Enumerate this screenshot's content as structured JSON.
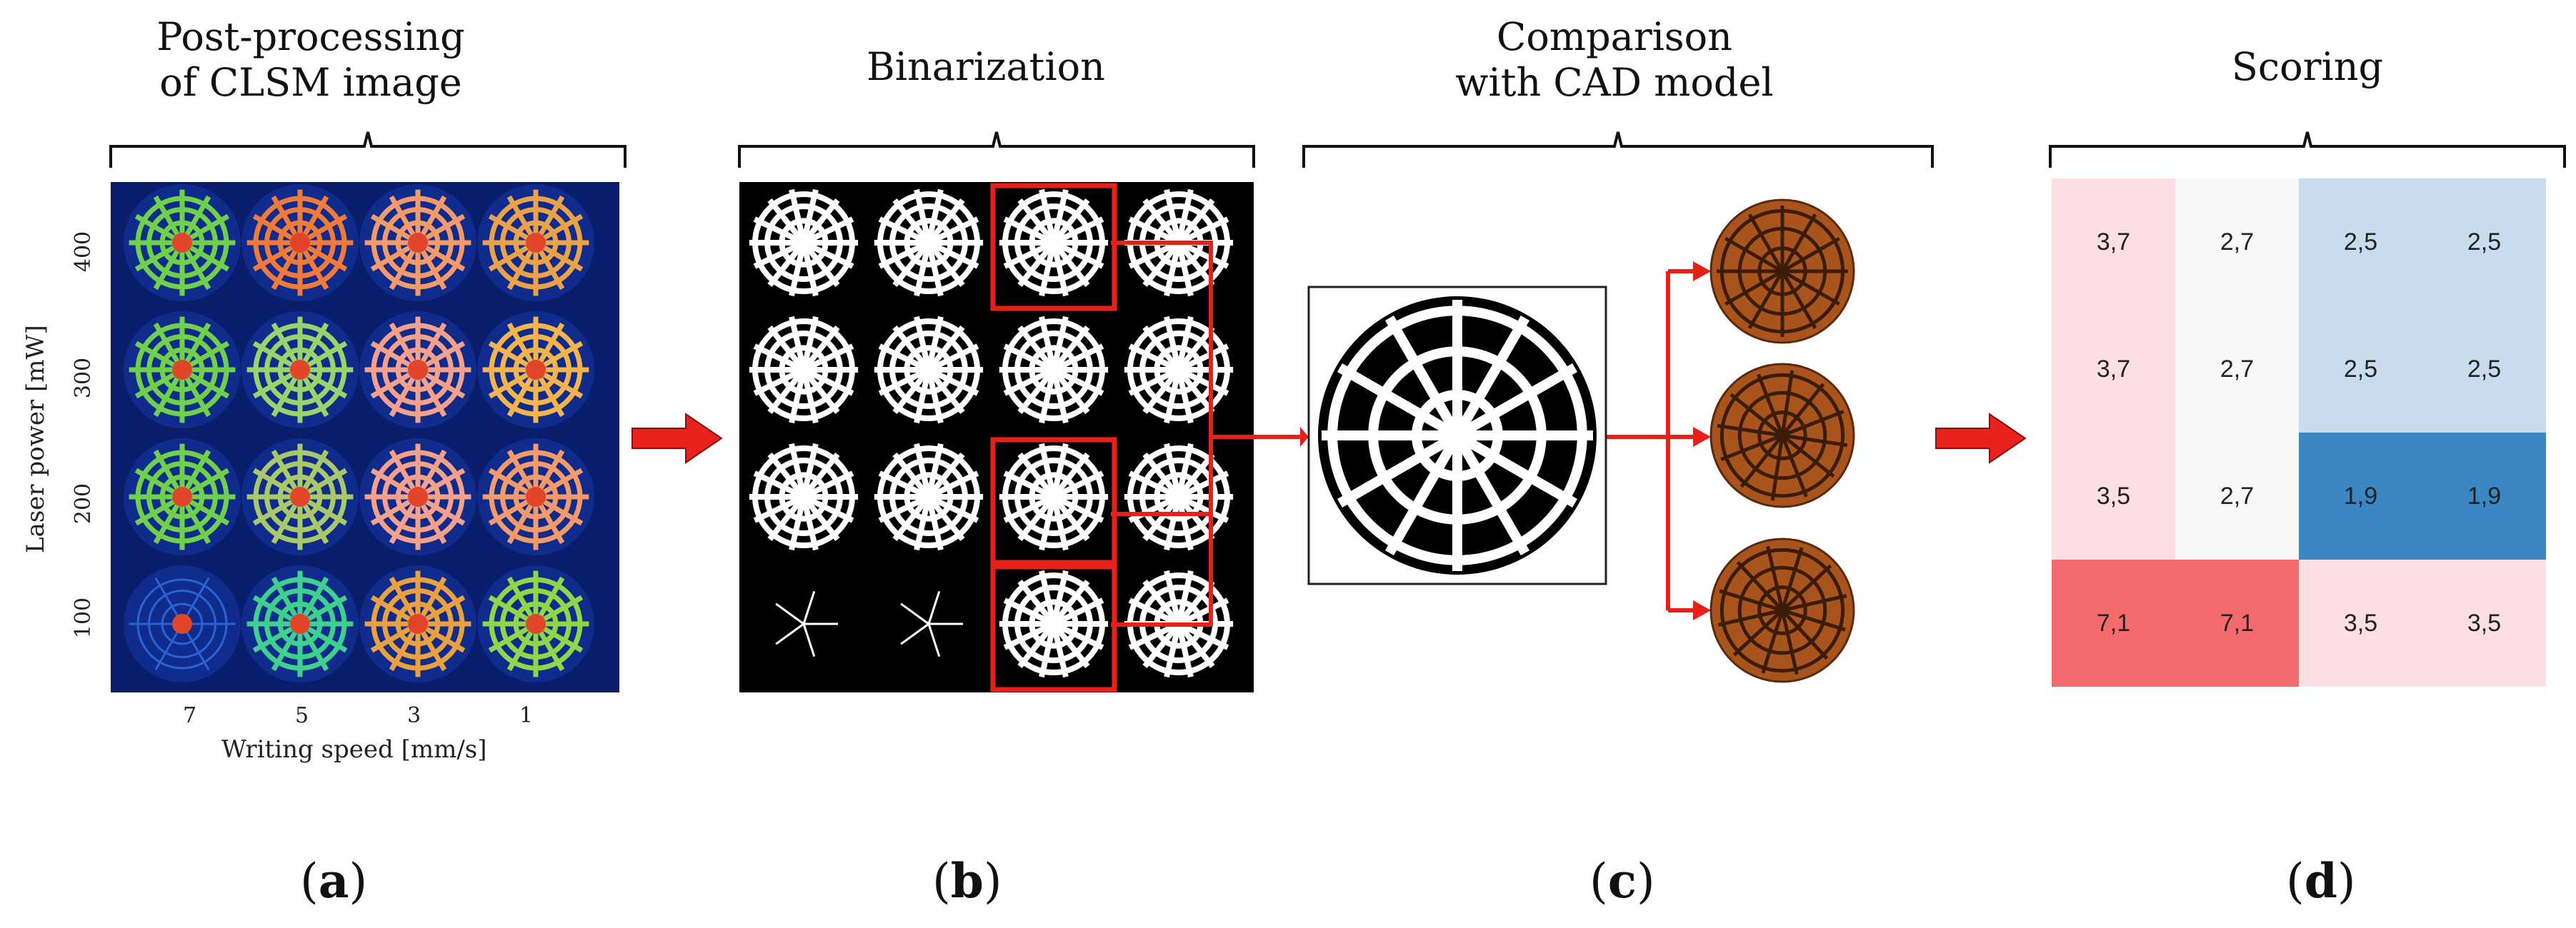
{
  "panel_a": {
    "title_line1": "Post-processing",
    "title_line2": "of CLSM image",
    "y_axis_label": "Laser power [mW]",
    "y_ticks": [
      "400",
      "300",
      "200",
      "100"
    ],
    "x_axis_label": "Writing speed [mm/s]",
    "x_ticks": [
      "7",
      "5",
      "3",
      "1"
    ],
    "caption_open": "(",
    "caption_letter": "a",
    "caption_close": ")"
  },
  "panel_b": {
    "title": "Binarization",
    "caption_open": "(",
    "caption_letter": "b",
    "caption_close": ")"
  },
  "panel_c": {
    "title_line1": "Comparison",
    "title_line2": "with CAD model",
    "caption_open": "(",
    "caption_letter": "c",
    "caption_close": ")"
  },
  "panel_d": {
    "title": "Scoring",
    "caption_open": "(",
    "caption_letter": "d",
    "caption_close": ")",
    "rows": [
      [
        "3,7",
        "2,7",
        "2,5",
        "2,5"
      ],
      [
        "3,7",
        "2,7",
        "2,5",
        "2,5"
      ],
      [
        "3,5",
        "2,7",
        "1,9",
        "1,9"
      ],
      [
        "7,1",
        "7,1",
        "3,5",
        "3,5"
      ]
    ],
    "colors": [
      [
        "#fbdfe3",
        "#f8f8fb",
        "#c9dcee",
        "#c9dcee"
      ],
      [
        "#fbdfe3",
        "#f8f8fb",
        "#c9dcee",
        "#c9dcee"
      ],
      [
        "#fbdfe3",
        "#f8f8fb",
        "#3b87c4",
        "#3b87c4"
      ],
      [
        "#f46b6e",
        "#f46b6e",
        "#fbdfe3",
        "#fbdfe3"
      ]
    ]
  },
  "colors": {
    "arrow_red": "#e8221c",
    "highlight_red": "#e8201a",
    "resin_brown": "#a8541c",
    "clsm_background": "#0a1d6a"
  }
}
